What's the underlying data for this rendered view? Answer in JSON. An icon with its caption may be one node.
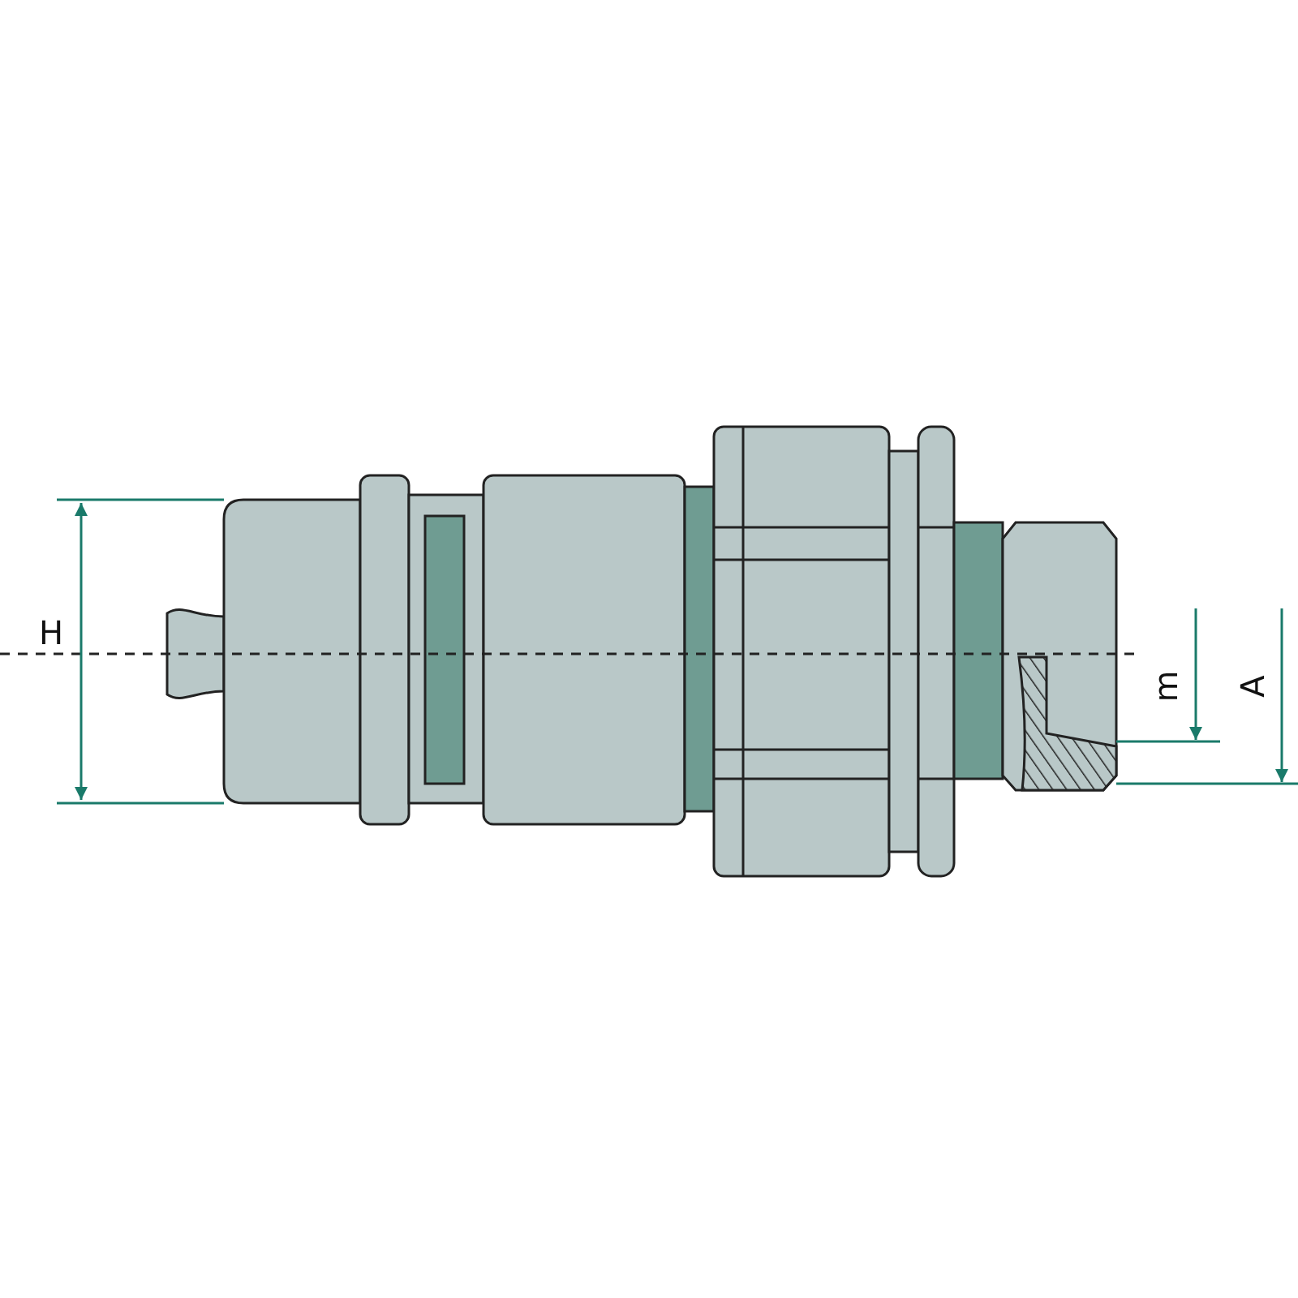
{
  "diagram": {
    "labels": [
      "H",
      "m",
      "A"
    ]
  }
}
